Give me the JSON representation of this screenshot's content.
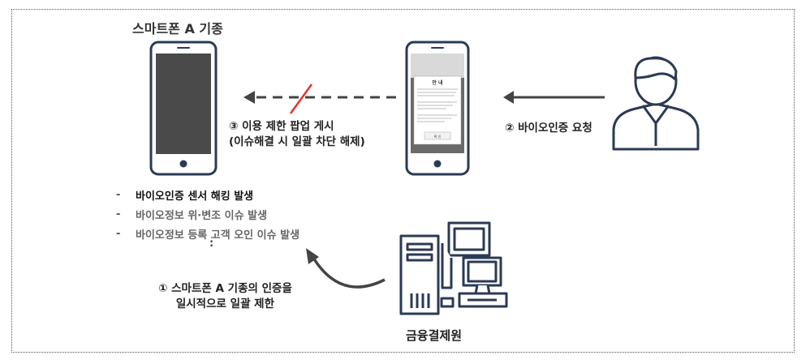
{
  "phone_a_title": "스마트폰 A 기종",
  "step3": {
    "line1": "③ 이용 제한 팝업 게시",
    "line2": "(이슈해결 시 일괄 차단 해제)"
  },
  "step2": "② 바이오인증 요청",
  "step1": {
    "line1": "① 스마트폰 A 기종의 인증을",
    "line2": "일시적으로 일괄 제한"
  },
  "fintech_label": "금융결제원",
  "issues": [
    {
      "dash": "-",
      "text": "바이오인증 센서 해킹 발생"
    },
    {
      "dash": "-",
      "text": "바이오정보 위·변조 이슈 발생"
    },
    {
      "dash": "-",
      "text": "바이오정보 등록 고객 오인 이슈 발생"
    }
  ],
  "issues_colon": ":",
  "popup": {
    "title": "안 내",
    "button": "확 인"
  },
  "colors": {
    "icon_stroke": "#2b3a55",
    "screen_dark": "#4a4a4a",
    "block_mark": "#e8312f",
    "arrow": "#444444"
  }
}
